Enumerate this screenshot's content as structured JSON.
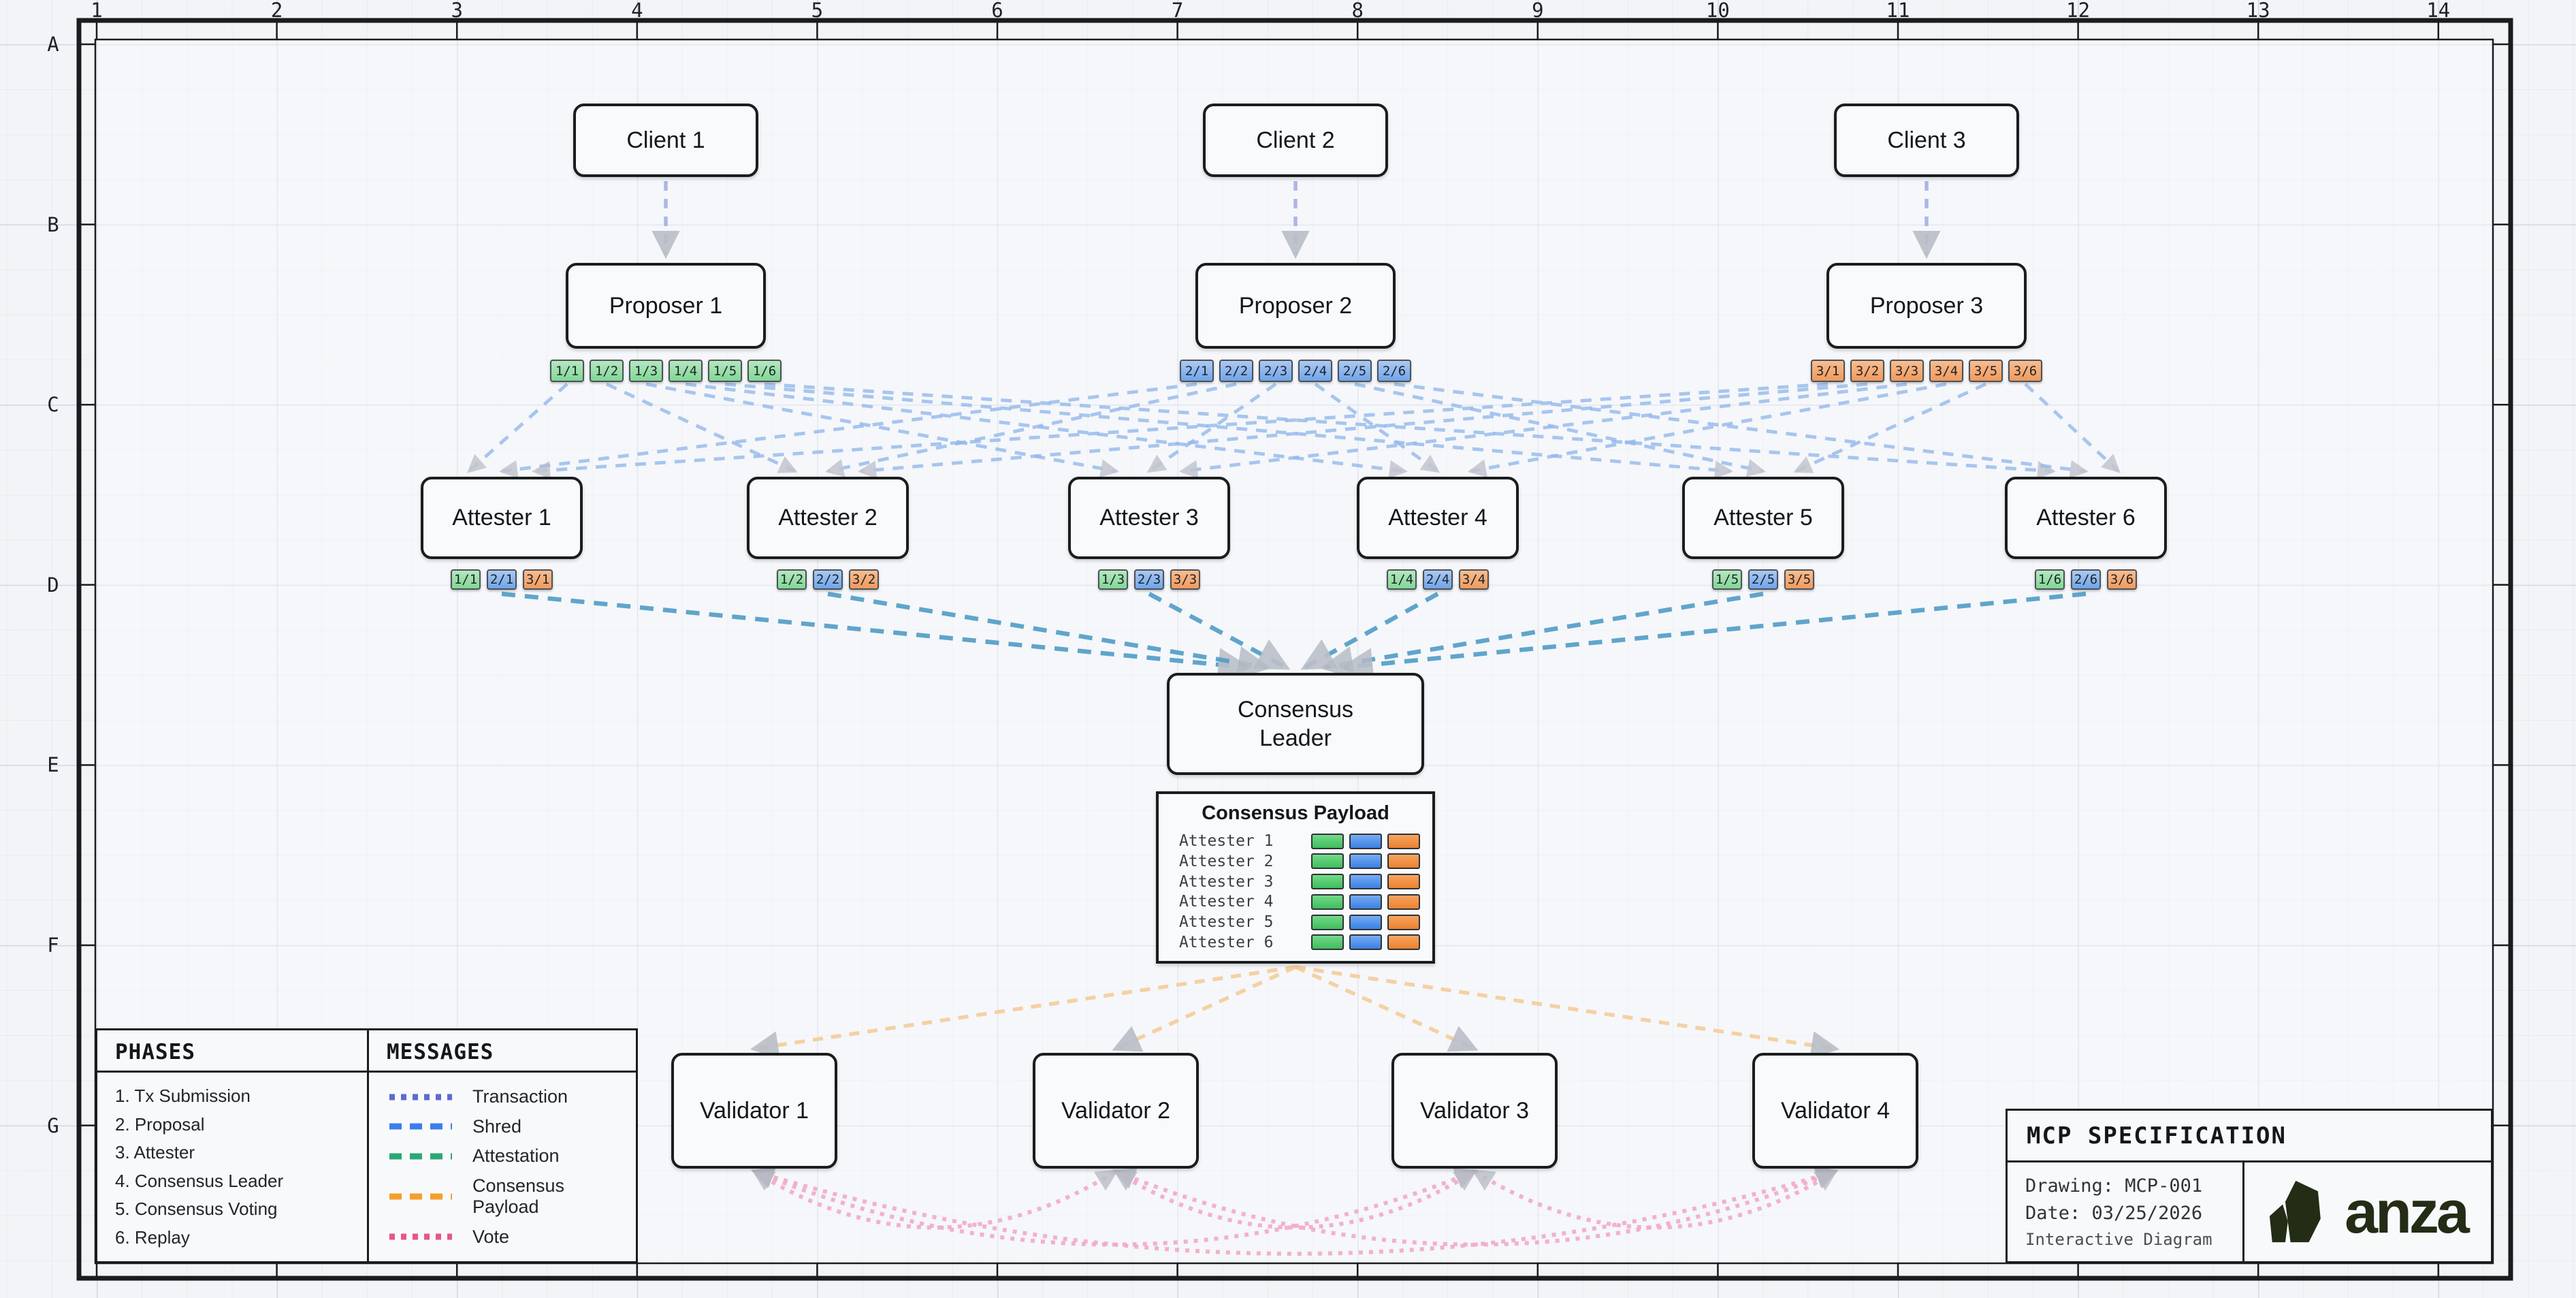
{
  "ruler": {
    "columns": [
      "1",
      "2",
      "3",
      "4",
      "5",
      "6",
      "7",
      "8",
      "9",
      "10",
      "11",
      "12",
      "13",
      "14"
    ],
    "rows": [
      "A",
      "B",
      "C",
      "D",
      "E",
      "F",
      "G"
    ]
  },
  "colors": {
    "ink": "#1b1c1e",
    "edge_transaction": "#aab4e3",
    "edge_shred": "#94b9ec",
    "edge_attestation": "#4f9dc7",
    "edge_payload": "#f6ce9e",
    "edge_vote": "#f3aac6",
    "arrowhead": "#b6bac3",
    "chip_green": "#81d795",
    "chip_blue": "#6fa5ea",
    "chip_orange": "#f09a5e"
  },
  "diagram": {
    "clients": [
      {
        "label": "Client 1"
      },
      {
        "label": "Client 2"
      },
      {
        "label": "Client 3"
      }
    ],
    "proposers": [
      {
        "label": "Proposer 1",
        "color": "green",
        "chips": [
          "1/1",
          "1/2",
          "1/3",
          "1/4",
          "1/5",
          "1/6"
        ]
      },
      {
        "label": "Proposer 2",
        "color": "blue",
        "chips": [
          "2/1",
          "2/2",
          "2/3",
          "2/4",
          "2/5",
          "2/6"
        ]
      },
      {
        "label": "Proposer 3",
        "color": "orange",
        "chips": [
          "3/1",
          "3/2",
          "3/3",
          "3/4",
          "3/5",
          "3/6"
        ]
      }
    ],
    "attesters": [
      {
        "label": "Attester 1",
        "chips": [
          "1/1",
          "2/1",
          "3/1"
        ]
      },
      {
        "label": "Attester 2",
        "chips": [
          "1/2",
          "2/2",
          "3/2"
        ]
      },
      {
        "label": "Attester 3",
        "chips": [
          "1/3",
          "2/3",
          "3/3"
        ]
      },
      {
        "label": "Attester 4",
        "chips": [
          "1/4",
          "2/4",
          "3/4"
        ]
      },
      {
        "label": "Attester 5",
        "chips": [
          "1/5",
          "2/5",
          "3/5"
        ]
      },
      {
        "label": "Attester 6",
        "chips": [
          "1/6",
          "2/6",
          "3/6"
        ]
      }
    ],
    "leader": {
      "label": "Consensus Leader"
    },
    "payload": {
      "title": "Consensus Payload",
      "rows": [
        "Attester 1",
        "Attester 2",
        "Attester 3",
        "Attester 4",
        "Attester 5",
        "Attester 6"
      ]
    },
    "validators": [
      {
        "label": "Validator 1"
      },
      {
        "label": "Validator 2"
      },
      {
        "label": "Validator 3"
      },
      {
        "label": "Validator 4"
      }
    ]
  },
  "legend": {
    "phases_title": "PHASES",
    "messages_title": "MESSAGES",
    "phases": [
      "1. Tx Submission",
      "2. Proposal",
      "3. Attester",
      "4. Consensus Leader",
      "5. Consensus Voting",
      "6. Replay"
    ],
    "messages": [
      {
        "label": "Transaction",
        "color": "#5c6bd2",
        "style": "dotted"
      },
      {
        "label": "Shred",
        "color": "#3c7ee9",
        "style": "dashed"
      },
      {
        "label": "Attestation",
        "color": "#2aa874",
        "style": "dashed"
      },
      {
        "label": "Consensus Payload",
        "color": "#f59e2c",
        "style": "dashed"
      },
      {
        "label": "Vote",
        "color": "#e9548e",
        "style": "dotted"
      }
    ]
  },
  "title_block": {
    "title": "MCP SPECIFICATION",
    "drawing": "Drawing: MCP-001",
    "date": "Date: 03/25/2026",
    "note": "Interactive Diagram",
    "brand": "anza"
  }
}
